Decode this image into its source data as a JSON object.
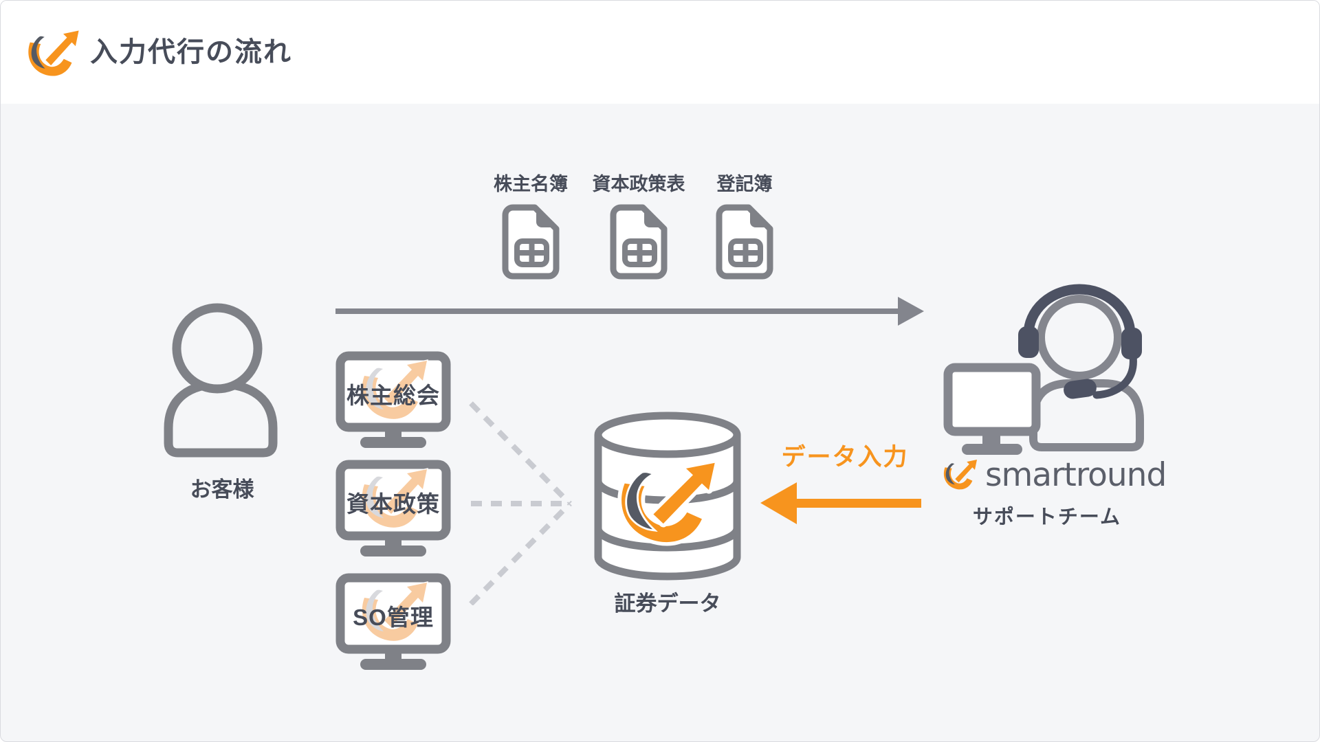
{
  "header": {
    "title": "入力代行の流れ",
    "logo_icon": "smartround-swoosh-arrow-icon"
  },
  "documents": {
    "icon": "spreadsheet-file-icon",
    "items": [
      {
        "label": "株主名簿"
      },
      {
        "label": "資本政策表"
      },
      {
        "label": "登記簿"
      }
    ]
  },
  "customer": {
    "icon": "person-icon",
    "label": "お客様"
  },
  "flow": {
    "submit_arrow_icon": "arrow-right-gray",
    "data_input_label": "データ入力",
    "data_input_arrow_icon": "arrow-left-orange",
    "dashed_connector_icon": "dashed-converging-lines"
  },
  "systems": {
    "icon": "monitor-icon",
    "watermark_icon": "smartround-swoosh-arrow-icon",
    "items": [
      {
        "label": "株主総会"
      },
      {
        "label": "資本政策"
      },
      {
        "label": "SO管理"
      }
    ]
  },
  "database": {
    "icon": "database-cylinder-icon",
    "overlay_icon": "smartround-swoosh-arrow-icon",
    "label": "証券データ"
  },
  "support": {
    "icon": "support-agent-headset-monitor-icon",
    "brand": "smartround",
    "brand_icon": "smartround-swoosh-arrow-icon",
    "label": "サポートチーム"
  },
  "colors": {
    "orange": "#F7941E",
    "orange_watermark": "#F8CBA0",
    "dark_text": "#474C59",
    "icon_gray": "#7F8187",
    "headset_navy": "#4D5263",
    "arrow_gray": "#83858D",
    "dash_gray": "#C9CBD1",
    "brand_text_gray": "#5B5F6A",
    "background": "#F5F6F8",
    "header_bg": "#FFFFFF"
  }
}
